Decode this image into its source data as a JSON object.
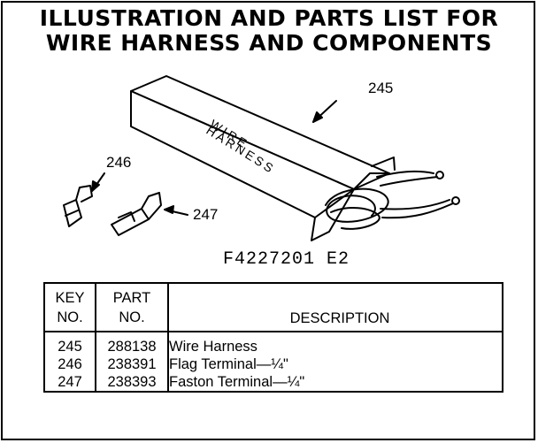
{
  "title": {
    "line1": "ILLUSTRATION AND PARTS LIST FOR",
    "line2": "WIRE HARNESS AND COMPONENTS"
  },
  "illustration": {
    "callouts": {
      "harness": "245",
      "flag_terminal": "246",
      "faston_terminal": "247"
    },
    "box_text_line1": "WIRE",
    "box_text_line2": "HARNESS",
    "figure_number": "F4227201 E2"
  },
  "table": {
    "headers": {
      "key_line1": "KEY",
      "key_line2": "NO.",
      "part_line1": "PART",
      "part_line2": "NO.",
      "description": "DESCRIPTION"
    },
    "rows": [
      {
        "key": "245",
        "part": "288138",
        "description": "Wire Harness"
      },
      {
        "key": "246",
        "part": "238391",
        "description": "Flag Terminal—¼\""
      },
      {
        "key": "247",
        "part": "238393",
        "description": "Faston Terminal—¼\""
      }
    ]
  }
}
